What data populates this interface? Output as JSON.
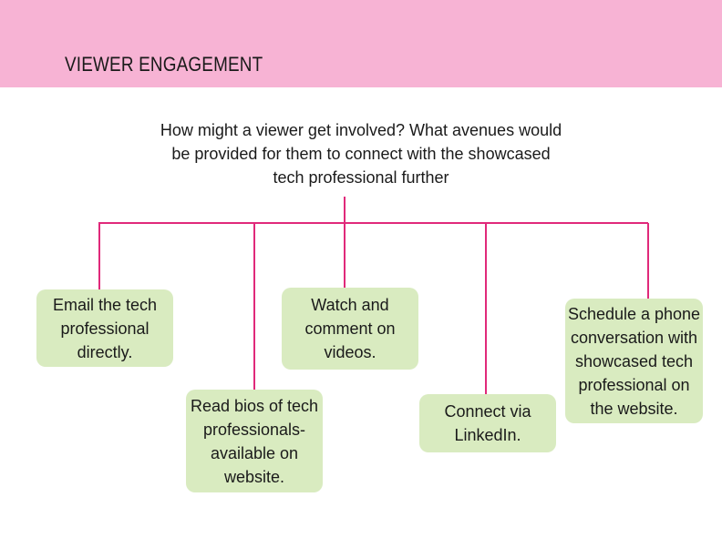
{
  "header": {
    "title": "VIEWER ENGAGEMENT",
    "band_color": "#f7b3d4"
  },
  "question": {
    "lines": [
      "How might a viewer get involved? What avenues would",
      "be provided for them to connect with the showcased",
      "tech professional further"
    ]
  },
  "colors": {
    "connector": "#e0297a",
    "box_fill": "#d9ebc0"
  },
  "options": [
    {
      "id": "email",
      "lines": [
        "Email the tech",
        "professional",
        "directly."
      ]
    },
    {
      "id": "bios",
      "lines": [
        "Read bios of tech",
        "professionals-",
        "available on",
        "website."
      ]
    },
    {
      "id": "watch",
      "lines": [
        "Watch and",
        "comment on",
        "videos."
      ]
    },
    {
      "id": "linkedin",
      "lines": [
        "Connect via",
        "LinkedIn."
      ]
    },
    {
      "id": "phone",
      "lines": [
        "Schedule a phone",
        "conversation with",
        "showcased tech",
        "professional on",
        "the website."
      ]
    }
  ]
}
